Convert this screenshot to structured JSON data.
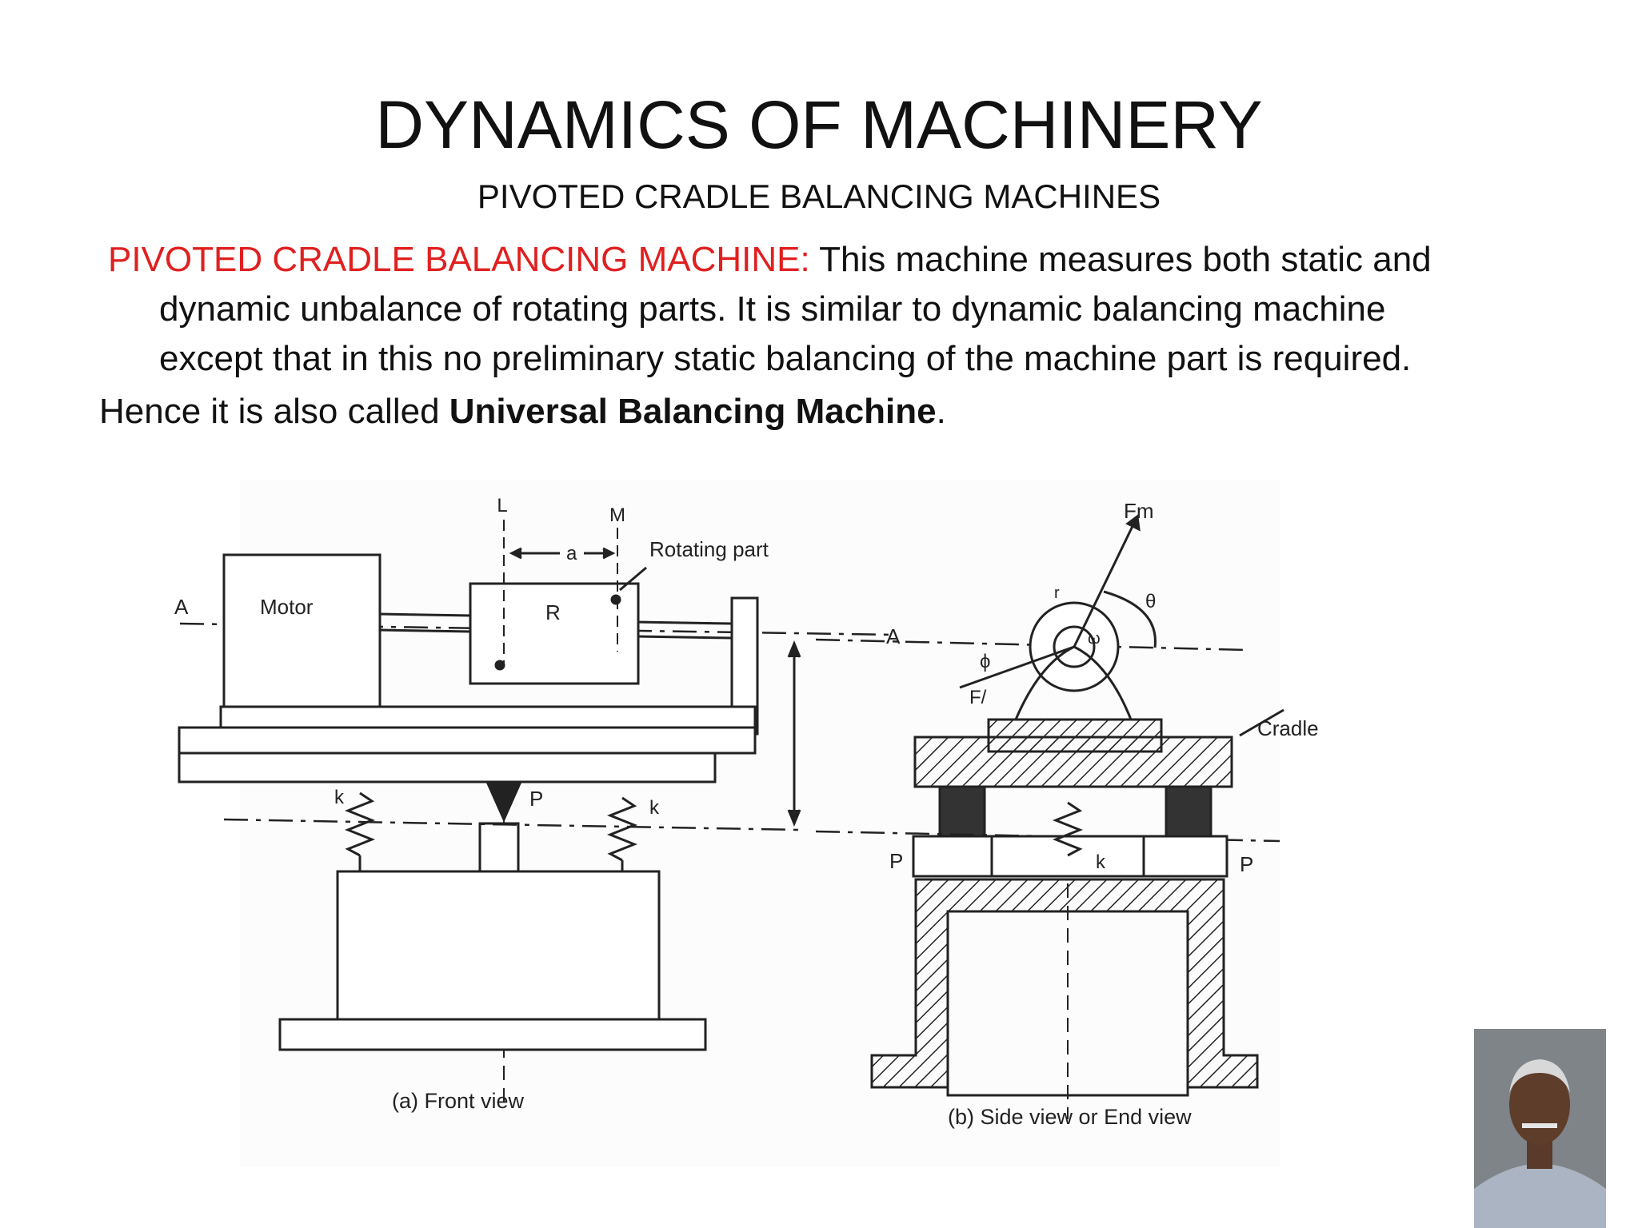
{
  "slide": {
    "title": "DYNAMICS OF MACHINERY",
    "subtitle": "PIVOTED CRADLE BALANCING MACHINES",
    "paragraph_lead": "PIVOTED CRADLE BALANCING MACHINE:",
    "paragraph_line1": " This machine measures both static and",
    "paragraph_line2": "dynamic unbalance of rotating parts. It is similar to dynamic balancing machine",
    "paragraph_line3": "except that in this no preliminary static balancing of the machine part is required.",
    "hence_prefix": "Hence it is also called ",
    "hence_bold": "Universal Balancing Machine",
    "hence_suffix": "."
  },
  "figure": {
    "labels": {
      "L": "L",
      "M": "M",
      "a": "a",
      "rotating_part": "Rotating part",
      "A": "A",
      "motor": "Motor",
      "R": "R",
      "k": "k",
      "P": "P",
      "Fm": "Fm",
      "theta": "θ",
      "omega": "ω",
      "phi": "ϕ",
      "F": "F/",
      "r": "r",
      "cradle": "Cradle"
    },
    "captions": {
      "front": "(a)  Front view",
      "side": "(b)  Side view or End view"
    }
  },
  "presenter": {
    "icon": "presenter-photo"
  }
}
